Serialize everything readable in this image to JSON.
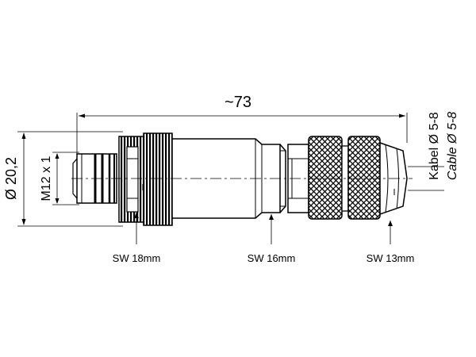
{
  "dimensions": {
    "overall_length": "~73",
    "outer_diameter": "Ø 20,2",
    "thread": "M12 x 1",
    "cable_range_de": "Kabel Ø 5-8",
    "cable_range_en": "Cable Ø 5-8"
  },
  "wrench_sizes": {
    "coupling_nut": "SW 18mm",
    "body": "SW 16mm",
    "cable_nut": "SW 13mm"
  }
}
